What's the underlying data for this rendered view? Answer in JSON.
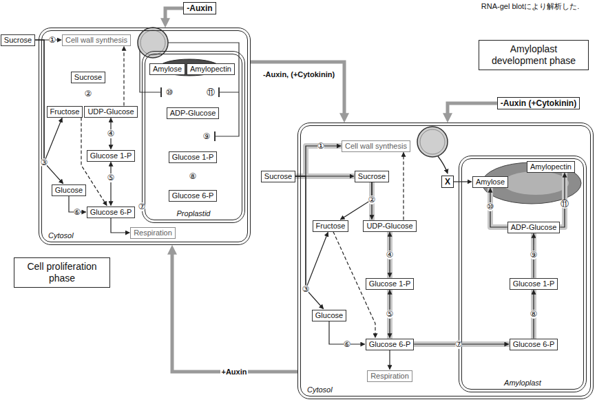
{
  "diagram": {
    "nodes": [
      {
        "text": [
          "Cytosol"
        ]
      },
      {
        "text": [
          "Proplastid"
        ],
        "in": 0
      },
      {
        "text": [
          "-Auxin"
        ]
      },
      {
        "text": [
          "Sucrose"
        ]
      },
      {
        "text": [
          "Cell wall synthesis"
        ],
        "in": 0
      },
      {
        "text": [
          "Sucrose"
        ],
        "in": 0
      },
      {
        "text": [
          "Fructose"
        ],
        "in": 0
      },
      {
        "text": [
          "UDP-Glucose"
        ],
        "in": 0
      },
      {
        "text": [
          "Glucose 1-P"
        ],
        "in": 0
      },
      {
        "text": [
          "Glucose"
        ],
        "in": 0
      },
      {
        "text": [
          "Glucose 6-P"
        ],
        "in": 0
      },
      {
        "text": [
          "Respiration"
        ],
        "in": 0
      },
      {
        "text": [
          "Amylose"
        ],
        "in": 1
      },
      {
        "text": [
          "Amylopectin"
        ],
        "in": 1
      },
      {
        "text": [
          "ADP-Glucose"
        ],
        "in": 1
      },
      {
        "text": [
          "Glucose 1-P"
        ],
        "in": 1
      },
      {
        "text": [
          "Glucose 6-P"
        ],
        "in": 1
      },
      {
        "text": [
          "Amyloplast development phase"
        ]
      },
      {
        "text": [
          "Cell proliferation phase"
        ]
      },
      {
        "text": [
          "Cytosol"
        ]
      },
      {
        "text": [
          "Amyloplast"
        ],
        "in": 19
      },
      {
        "text": [
          "-Auxin (+Cytokinin)"
        ]
      },
      {
        "text": [
          "Sucrose"
        ]
      },
      {
        "text": [
          "Cell wall synthesis"
        ],
        "in": 19
      },
      {
        "text": [
          "Sucrose"
        ],
        "in": 19
      },
      {
        "text": [
          "Fructose"
        ],
        "in": 19
      },
      {
        "text": [
          "UDP-Glucose"
        ],
        "in": 19
      },
      {
        "text": [
          "Glucose 1-P"
        ],
        "in": 19
      },
      {
        "text": [
          "Glucose"
        ],
        "in": 19
      },
      {
        "text": [
          "Glucose 6-P"
        ],
        "in": 19
      },
      {
        "text": [
          "Respiration"
        ],
        "in": 19
      },
      {
        "text": [
          "X"
        ],
        "in": 19
      },
      {
        "text": [
          "Amylopectin"
        ],
        "in": 20
      },
      {
        "text": [
          "Amylose"
        ],
        "in": 20
      },
      {
        "text": [
          "ADP-Glucose"
        ],
        "in": 20
      },
      {
        "text": [
          "Glucose 1-P"
        ],
        "in": 20
      },
      {
        "text": [
          "Glucose 6-P"
        ],
        "in": 20
      }
    ],
    "edges": [
      {
        "from": 2,
        "to": 0,
        "arrow": "to"
      },
      {
        "from": 3,
        "to": 4,
        "arrow": "to"
      },
      {
        "from": 3,
        "to": 6,
        "arrow": "to"
      },
      {
        "from": 3,
        "to": 9,
        "arrow": "to"
      },
      {
        "from": 7,
        "to": 4,
        "arrow": "to"
      },
      {
        "from": 7,
        "to": 8,
        "arrow": "both"
      },
      {
        "from": 8,
        "to": 10,
        "arrow": "both"
      },
      {
        "from": 9,
        "to": 10,
        "arrow": "to"
      },
      {
        "from": 6,
        "to": 10,
        "arrow": "to"
      },
      {
        "from": 10,
        "to": 11,
        "arrow": "to"
      },
      {
        "from": 0,
        "to": 19,
        "label": "-Auxin, (+Cytokinin)",
        "arrow": "to"
      },
      {
        "from": 19,
        "to": 0,
        "label": "+Auxin",
        "arrow": "to"
      },
      {
        "from": 21,
        "to": 19,
        "arrow": "to"
      },
      {
        "from": 22,
        "to": 23,
        "arrow": "to"
      },
      {
        "from": 22,
        "to": 24,
        "arrow": "to"
      },
      {
        "from": 22,
        "to": 25,
        "arrow": "to"
      },
      {
        "from": 22,
        "to": 28,
        "arrow": "to"
      },
      {
        "from": 24,
        "to": 25,
        "arrow": "to"
      },
      {
        "from": 24,
        "to": 26,
        "arrow": "to"
      },
      {
        "from": 26,
        "to": 23,
        "arrow": "to"
      },
      {
        "from": 26,
        "to": 27,
        "arrow": "both"
      },
      {
        "from": 27,
        "to": 29,
        "arrow": "both"
      },
      {
        "from": 28,
        "to": 29,
        "arrow": "to"
      },
      {
        "from": 25,
        "to": 29,
        "arrow": "to"
      },
      {
        "from": 29,
        "to": 30,
        "arrow": "to"
      },
      {
        "from": 29,
        "to": 36,
        "arrow": "to"
      },
      {
        "from": 36,
        "to": 35,
        "arrow": "to"
      },
      {
        "from": 35,
        "to": 34,
        "arrow": "to"
      },
      {
        "from": 34,
        "to": 33,
        "arrow": "to"
      },
      {
        "from": 34,
        "to": 32,
        "arrow": "to"
      },
      {
        "from": 31,
        "to": 33,
        "arrow": "to"
      }
    ],
    "labels": [
      "RNA-gel blotにより解析した.",
      "①",
      "②",
      "③",
      "④",
      "⑤",
      "⑥",
      "⑦",
      "⑧",
      "⑨",
      "⑩",
      "⑪",
      "①",
      "②",
      "③",
      "④",
      "⑤",
      "⑥",
      "⑦",
      "⑧",
      "⑨",
      "⑩",
      "⑪"
    ]
  }
}
